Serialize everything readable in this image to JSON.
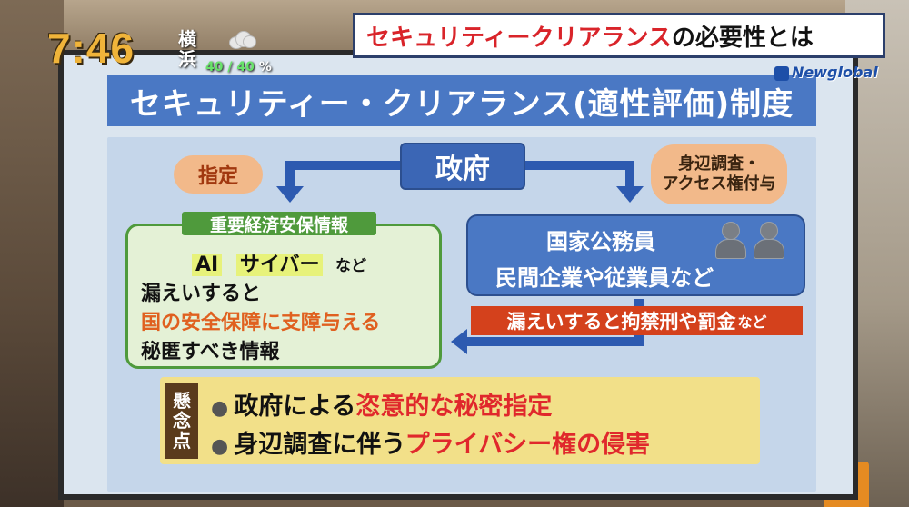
{
  "overlay": {
    "clock": "7:46",
    "weather": {
      "city": "横浜",
      "humidity": "40 / 40",
      "percent": "%",
      "icon": "cloud-icon"
    },
    "topic": {
      "accent": "セキュリティークリアランス",
      "rest": "の必要性とは"
    },
    "logo": "Newglobal"
  },
  "board": {
    "title": "セキュリティー・クリアランス(適性評価)制度",
    "government": "政府",
    "tag_designate": "指定",
    "tag_check": {
      "line1": "身辺調査・",
      "line2": "アクセス権付与"
    },
    "info": {
      "label": "重要経済安保情報",
      "line1_ai": "AI",
      "line1_cyber": "サイバー",
      "line1_etc": "など",
      "line2": "漏えいすると",
      "line3": "国の安全保障に支障与える",
      "line4": "秘匿すべき情報"
    },
    "staff": {
      "line1": "国家公務員",
      "line2": "民間企業や従業員など"
    },
    "penalty": {
      "main": "漏えいすると拘禁刑や罰金",
      "etc": "など"
    },
    "concern": {
      "tag": [
        "懸",
        "念",
        "点"
      ],
      "item1_a": "政府による",
      "item1_b": "恣意的な秘密指定",
      "item2_a": "身辺調査に伴う",
      "item2_b": "プライバシー権の侵害"
    }
  },
  "colors": {
    "blue": "#4a78c4",
    "orange": "#e0601f",
    "red": "#d4411c",
    "green": "#4f9a3c",
    "yellow": "#f2e089"
  }
}
